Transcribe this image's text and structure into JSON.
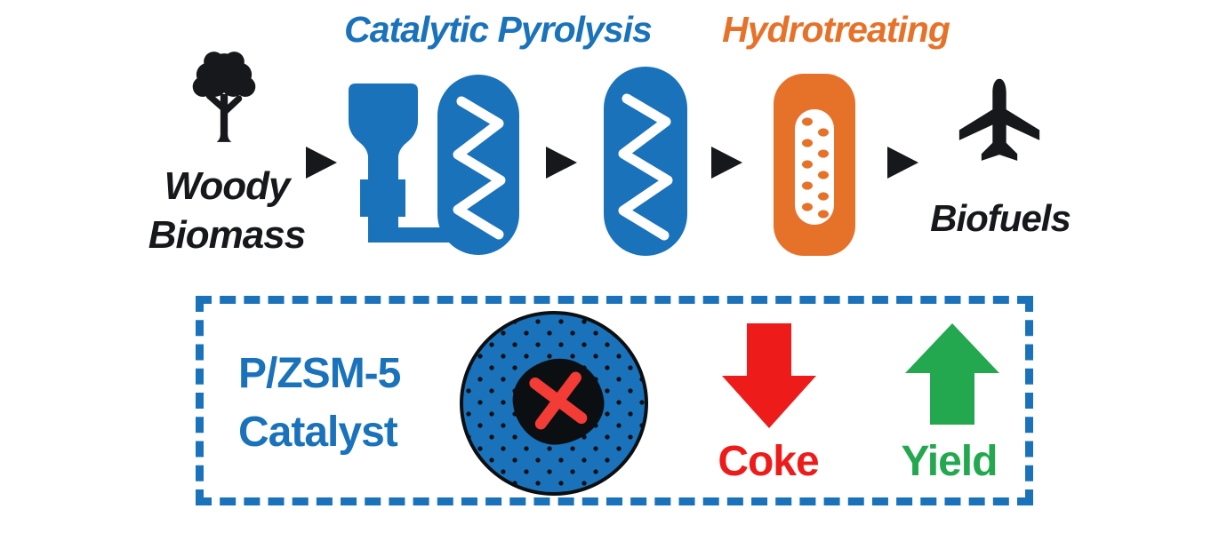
{
  "colors": {
    "blue": "#1A72BB",
    "orange": "#E6722A",
    "red": "#EE1B1B",
    "x_red": "#F23C35",
    "green": "#23A850",
    "black": "#16181b",
    "white": "#ffffff"
  },
  "process_flow": {
    "pyrolysis_label": "Catalytic Pyrolysis",
    "hydrotreating_label": "Hydrotreating",
    "feedstock_line1": "Woody",
    "feedstock_line2": "Biomass",
    "product_label": "Biofuels"
  },
  "catalyst_panel": {
    "name_line1": "P/ZSM-5",
    "name_line2": "Catalyst",
    "decrease_label": "Coke",
    "increase_label": "Yield"
  },
  "icons": {
    "tree": "black deciduous tree silhouette",
    "flow_arrow": "solid black right-pointing triangle",
    "hopper_reactor": "blue feed hopper piped into auger cylinder with white screw zigzag",
    "auger_reactor": "blue cylinder with white screw zigzag",
    "hydrotreater": "orange cylinder with white slot of orange catalyst dots",
    "airplane": "black airplane silhouette pointing up",
    "coke_blob": "black irregular coke deposit with red X",
    "down_arrow": "solid red block arrow pointing down",
    "up_arrow": "solid green block arrow pointing up"
  }
}
